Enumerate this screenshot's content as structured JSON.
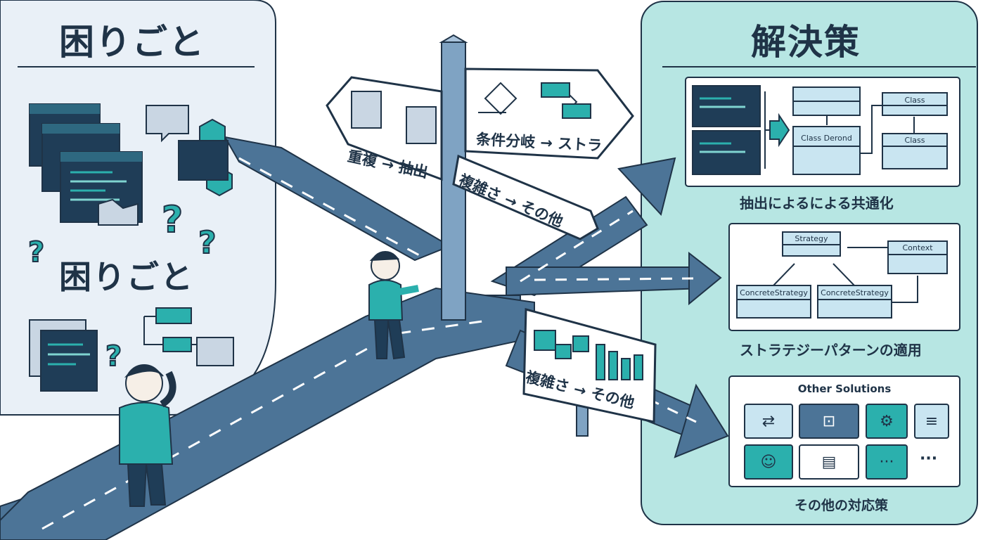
{
  "problems": {
    "title": "困りごと",
    "subtitle": "困りごと"
  },
  "solutions": {
    "title": "解決策",
    "card1": {
      "caption": "抽出によるによる共通化",
      "class_main": "Class Derond",
      "class_top": "Class",
      "class_bottom": "Class"
    },
    "card2": {
      "caption": "ストラテジーパターンの適用",
      "strategy": "Strategy",
      "context": "Context",
      "concrete1": "ConcreteStrategy",
      "concrete2": "ConcreteStrategy"
    },
    "card3": {
      "title": "Other Solutions",
      "caption": "その他の対応策",
      "ellipsis_label": "···"
    }
  },
  "signs": {
    "sign1": "重複 → 抽出",
    "sign2": "条件分岐 → ストラ",
    "sign3": "複雑さ → その他",
    "billboard": "複雑さ → その他"
  },
  "colors": {
    "problem_bg": "#e9f0f7",
    "solution_bg": "#b7e6e3",
    "road": "#4c7497",
    "accent": "#2bb0ad",
    "ink": "#1f3347",
    "post": "#7fa3c3"
  }
}
